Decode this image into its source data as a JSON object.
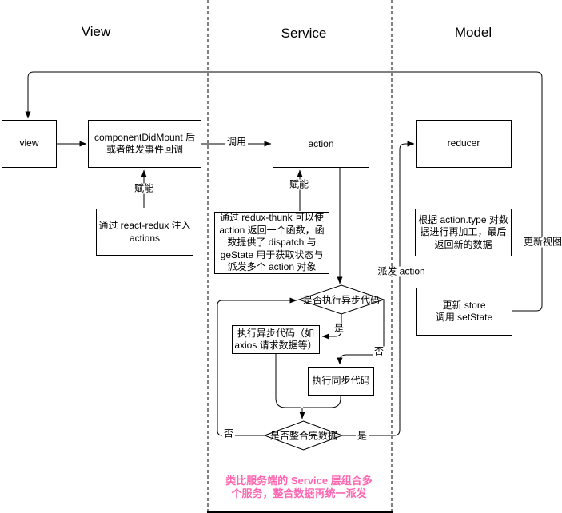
{
  "columns": [
    {
      "label": "View"
    },
    {
      "label": "Service"
    },
    {
      "label": "Model"
    }
  ],
  "nodes": {
    "view": {
      "label": "view"
    },
    "component_did_mount": {
      "lines": [
        "componentDidMount 后",
        "或者触发事件回调"
      ]
    },
    "react_redux": {
      "lines": [
        "通过 react-redux 注入",
        "actions"
      ]
    },
    "action": {
      "label": "action"
    },
    "redux_thunk": {
      "lines": [
        "通过 redux-thunk 可以使",
        "action 返回一个函数，函",
        "数提供了 dispatch 与",
        "geState 用于获取状态与",
        "派发多个 action 对象"
      ]
    },
    "async_decision": {
      "label": "是否执行异步代码"
    },
    "exec_async": {
      "lines": [
        "执行异步代码（如",
        "axios 请求数据等）"
      ]
    },
    "exec_sync": {
      "label": "执行同步代码"
    },
    "merge_decision": {
      "label": "是否整合完数据"
    },
    "reducer": {
      "label": "reducer"
    },
    "process_data": {
      "lines": [
        "根据 action.type 对数",
        "据进行再加工，最后",
        "返回新的数据"
      ]
    },
    "update_store": {
      "lines": [
        "更新 store",
        "调用 setState"
      ]
    }
  },
  "edge_labels": {
    "call": "调用",
    "empower_view": "赋能",
    "empower_service": "赋能",
    "yes_async": "是",
    "no_async": "否",
    "no_merge": "否",
    "yes_merge": "是",
    "dispatch_action": "派发 action",
    "update_view": "更新视图"
  },
  "annotation": {
    "lines": [
      "类比服务端的 Service 层组合多",
      "个服务，整合数据再统一派发"
    ],
    "color": "#ff66b0"
  },
  "colors": {
    "stroke": "#000000",
    "background": "#ffffff"
  }
}
